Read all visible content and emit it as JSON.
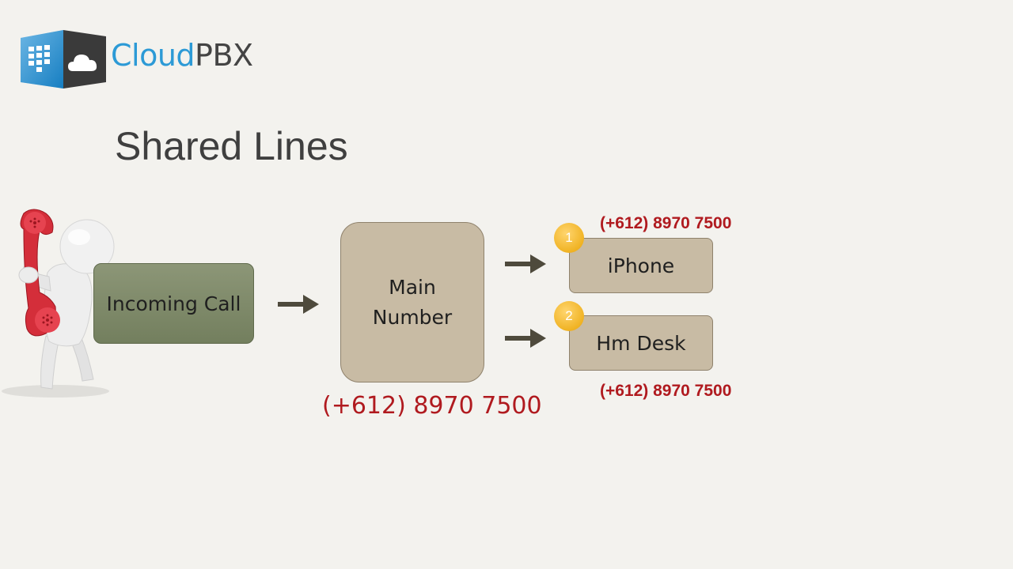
{
  "logo": {
    "brand_part1": "Cloud",
    "brand_part2": "PBX",
    "icon": "cloud-phone-cube-icon"
  },
  "title": "Shared Lines",
  "figure": {
    "icon": "person-holding-red-phone-icon"
  },
  "diagram": {
    "incoming_call": "Incoming Call",
    "main_number": "Main\nNumber",
    "main_number_phone": "(+612) 8970 7500",
    "devices": [
      {
        "badge": "1",
        "label": "iPhone",
        "phone": "(+612) 8970 7500"
      },
      {
        "badge": "2",
        "label": "Hm Desk",
        "phone": "(+612) 8970 7500"
      }
    ]
  },
  "colors": {
    "background": "#f3f2ee",
    "brand_blue": "#2c9ad6",
    "incoming_box": "#7f8a6a",
    "number_box": "#c8bba4",
    "phone_text": "#b01a1f",
    "badge": "#f0b324",
    "arrow": "#4e4a3c"
  }
}
